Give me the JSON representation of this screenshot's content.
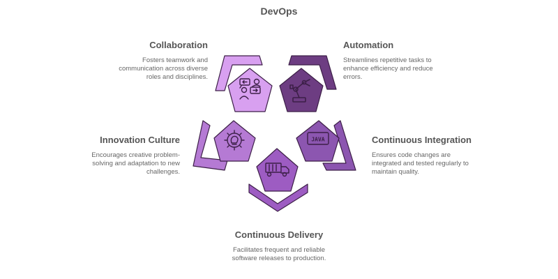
{
  "title": "DevOps",
  "colors": {
    "light": "#d8a0f0",
    "light_border": "#7a3d90",
    "mid_light": "#b57ad4",
    "mid": "#9d5cc2",
    "mid_dark": "#8c56b0",
    "dark": "#6d3d82",
    "stroke": "#3c1f47"
  },
  "items": [
    {
      "id": "collaboration",
      "title": "Collaboration",
      "description": "Fosters teamwork and communication across diverse roles and disciplines.",
      "icon": "people-exchange-icon"
    },
    {
      "id": "automation",
      "title": "Automation",
      "description": "Streamlines repetitive tasks to enhance efficiency and reduce errors.",
      "icon": "robot-arm-icon"
    },
    {
      "id": "continuous-integration",
      "title": "Continuous Integration",
      "description": "Ensures code changes are integrated and tested regularly to maintain quality.",
      "icon": "java-icon",
      "icon_text": "JAVA"
    },
    {
      "id": "continuous-delivery",
      "title": "Continuous Delivery",
      "description": "Facilitates frequent and reliable software releases to production.",
      "icon": "delivery-truck-icon"
    },
    {
      "id": "innovation-culture",
      "title": "Innovation Culture",
      "description": "Encourages creative problem-solving and adaptation to new challenges.",
      "icon": "gear-bulb-icon"
    }
  ]
}
